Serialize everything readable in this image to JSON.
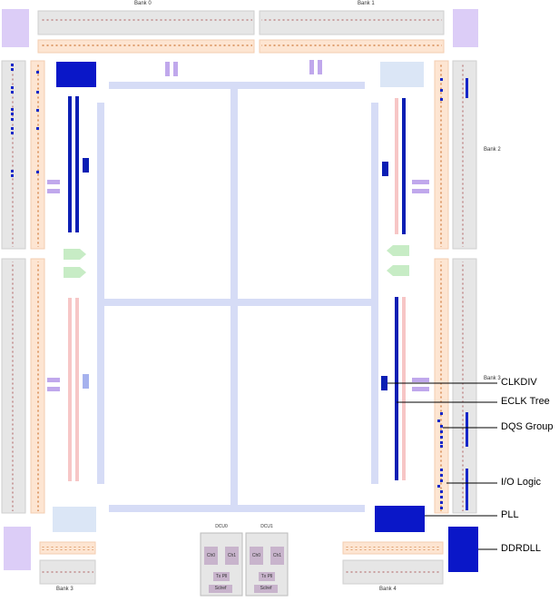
{
  "banks": {
    "bank0": "Bank 0",
    "bank1": "Bank 1",
    "bank2": "Bank 2",
    "bank3_right": "Bank 3",
    "bank3_bottom": "Bank 3",
    "bank4": "Bank 4"
  },
  "callouts": {
    "clkdiv": "CLKDIV",
    "eclk_tree": "ECLK Tree",
    "dqs_group": "DQS Group",
    "io_logic": "I/O Logic",
    "pll": "PLL",
    "ddrdll": "DDRDLL"
  },
  "dcu": [
    {
      "title": "DCU0",
      "ch0": "Ch0",
      "ch1": "Ch1",
      "txpll": "Tx Pll",
      "sciref": "Sclref"
    },
    {
      "title": "DCU1",
      "ch0": "Ch0",
      "ch1": "Ch1",
      "txpll": "Tx Pll",
      "sciref": "Sclref"
    }
  ],
  "colors": {
    "io_gray": "#e6e6e6",
    "io_peach": "#fde5d2",
    "lavender": "#d9c9f5",
    "purple": "#c0a8ec",
    "eclk_blue": "#0a1eb4",
    "grid_blue": "#d6dcf6",
    "pll_blue": "#0a17c8",
    "green": "#c7ecc5",
    "pale_blue": "#dbe6f6",
    "pink": "#f7c6c6"
  }
}
